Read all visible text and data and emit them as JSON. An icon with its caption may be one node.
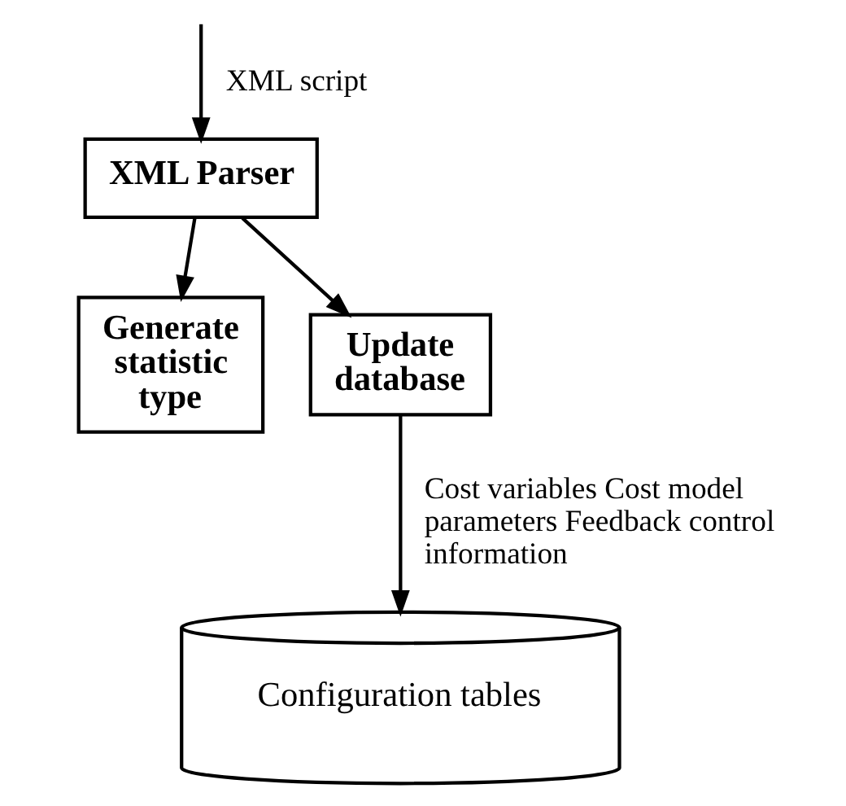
{
  "diagram": {
    "nodes": [
      {
        "text": [
          "XML Parser"
        ]
      },
      {
        "text": [
          "Generate statistic type"
        ]
      },
      {
        "text": [
          "Update database"
        ]
      },
      {
        "text": [
          "Configuration tables"
        ]
      }
    ],
    "edges": [
      {
        "from": null,
        "to": 0,
        "arrow": "to",
        "label": "XML script"
      },
      {
        "from": 0,
        "to": 1,
        "arrow": "to"
      },
      {
        "from": 0,
        "to": 2,
        "arrow": "to"
      },
      {
        "from": 2,
        "to": 3,
        "arrow": "to",
        "label": "Cost variables Cost model parameters Feedback control information"
      }
    ]
  }
}
